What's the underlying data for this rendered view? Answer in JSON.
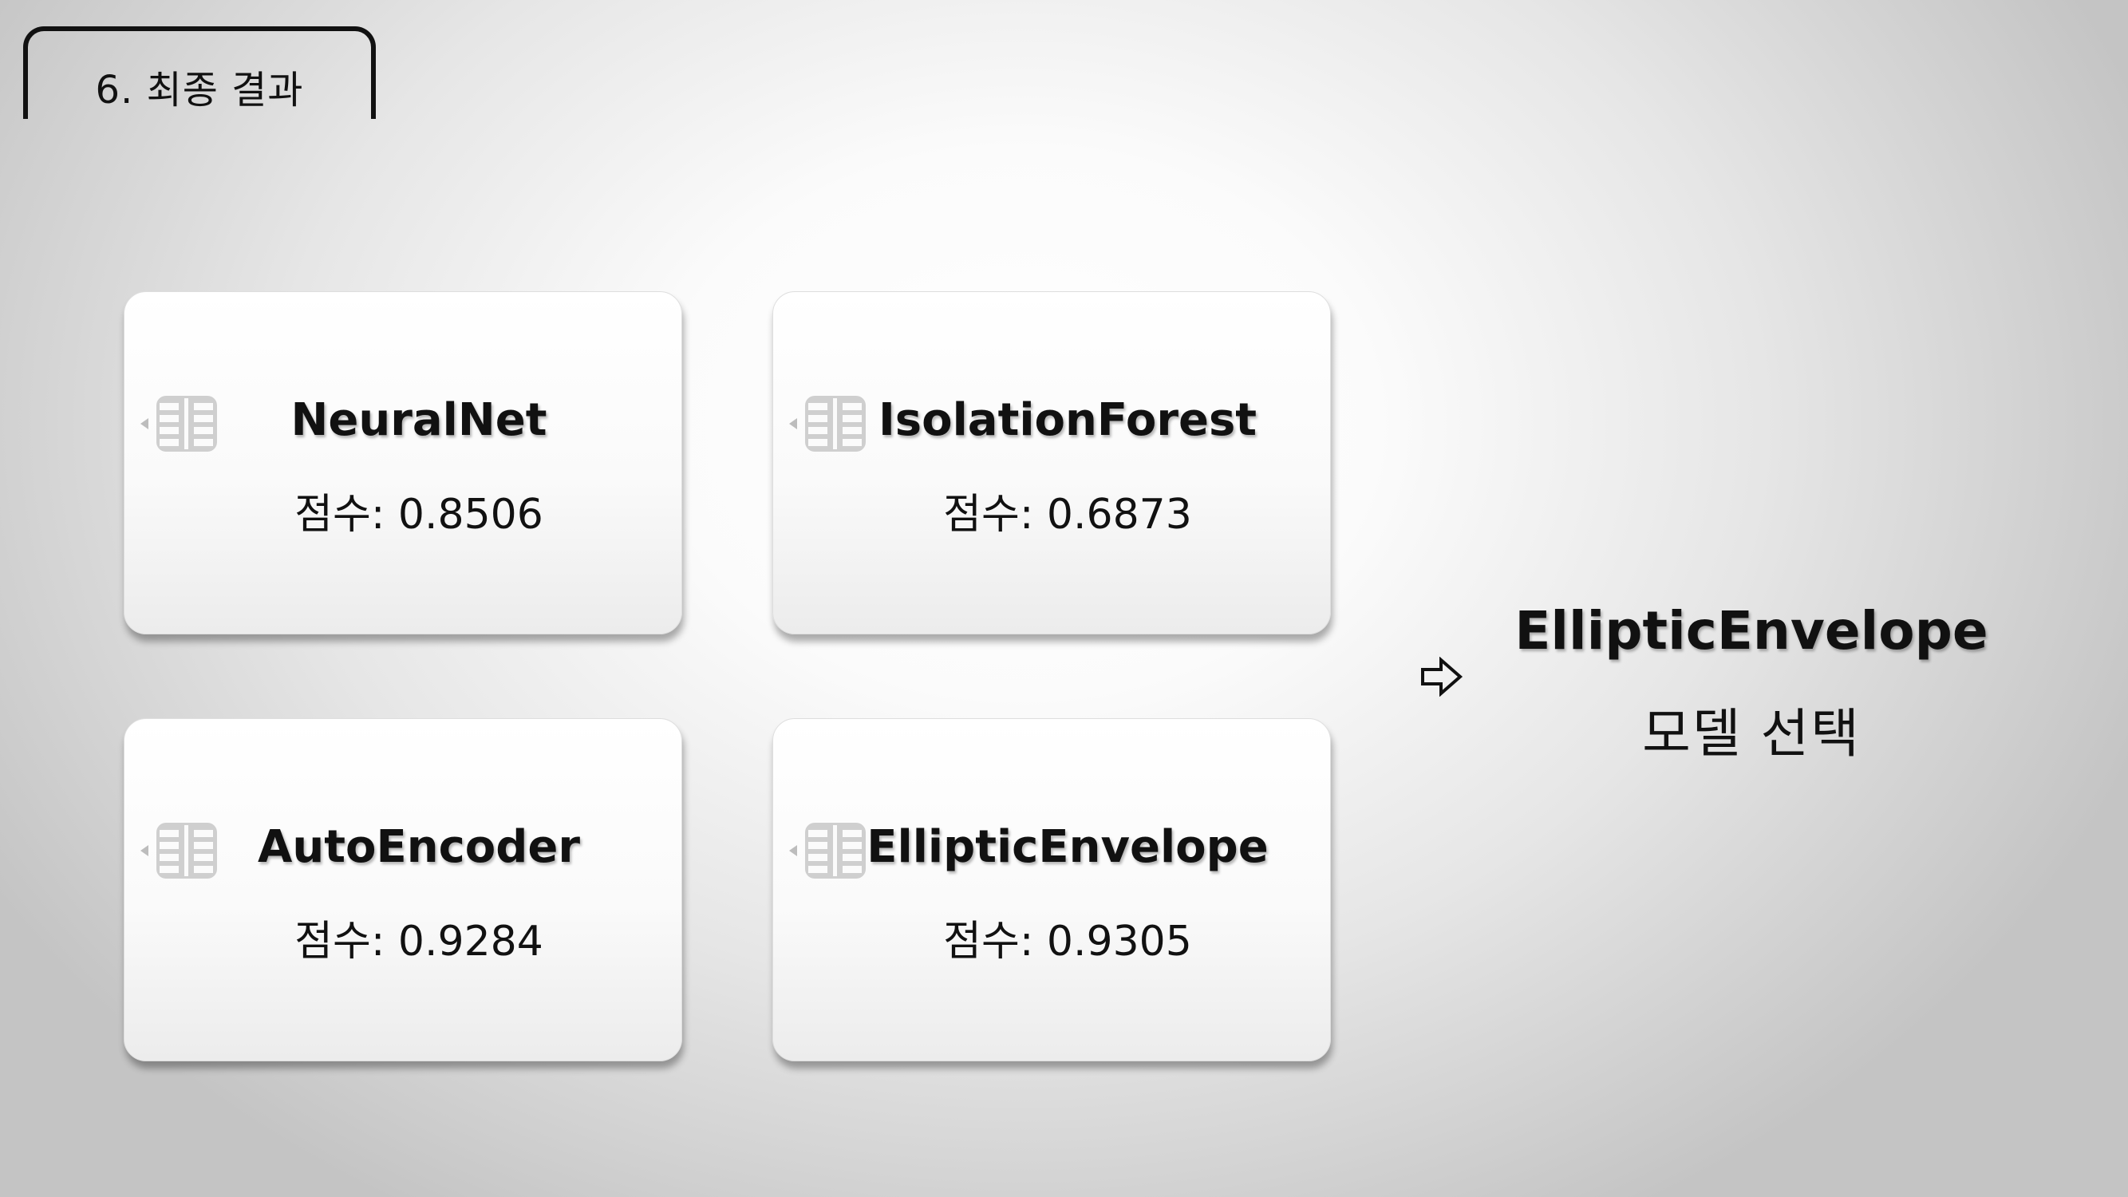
{
  "section": {
    "label": "6. 최종 결과"
  },
  "cards": [
    {
      "title": "NeuralNet",
      "score": "점수: 0.8506",
      "icon": "chip-icon"
    },
    {
      "title": "IsolationForest",
      "score": "점수: 0.6873",
      "icon": "chip-icon"
    },
    {
      "title": "AutoEncoder",
      "score": "점수: 0.9284",
      "icon": "chip-icon"
    },
    {
      "title": "EllipticEnvelope",
      "score": "점수: 0.9305",
      "icon": "chip-icon"
    }
  ],
  "result": {
    "arrow_icon": "right-arrow-outline-icon",
    "title": "EllipticEnvelope",
    "subtitle": "모델 선택"
  }
}
